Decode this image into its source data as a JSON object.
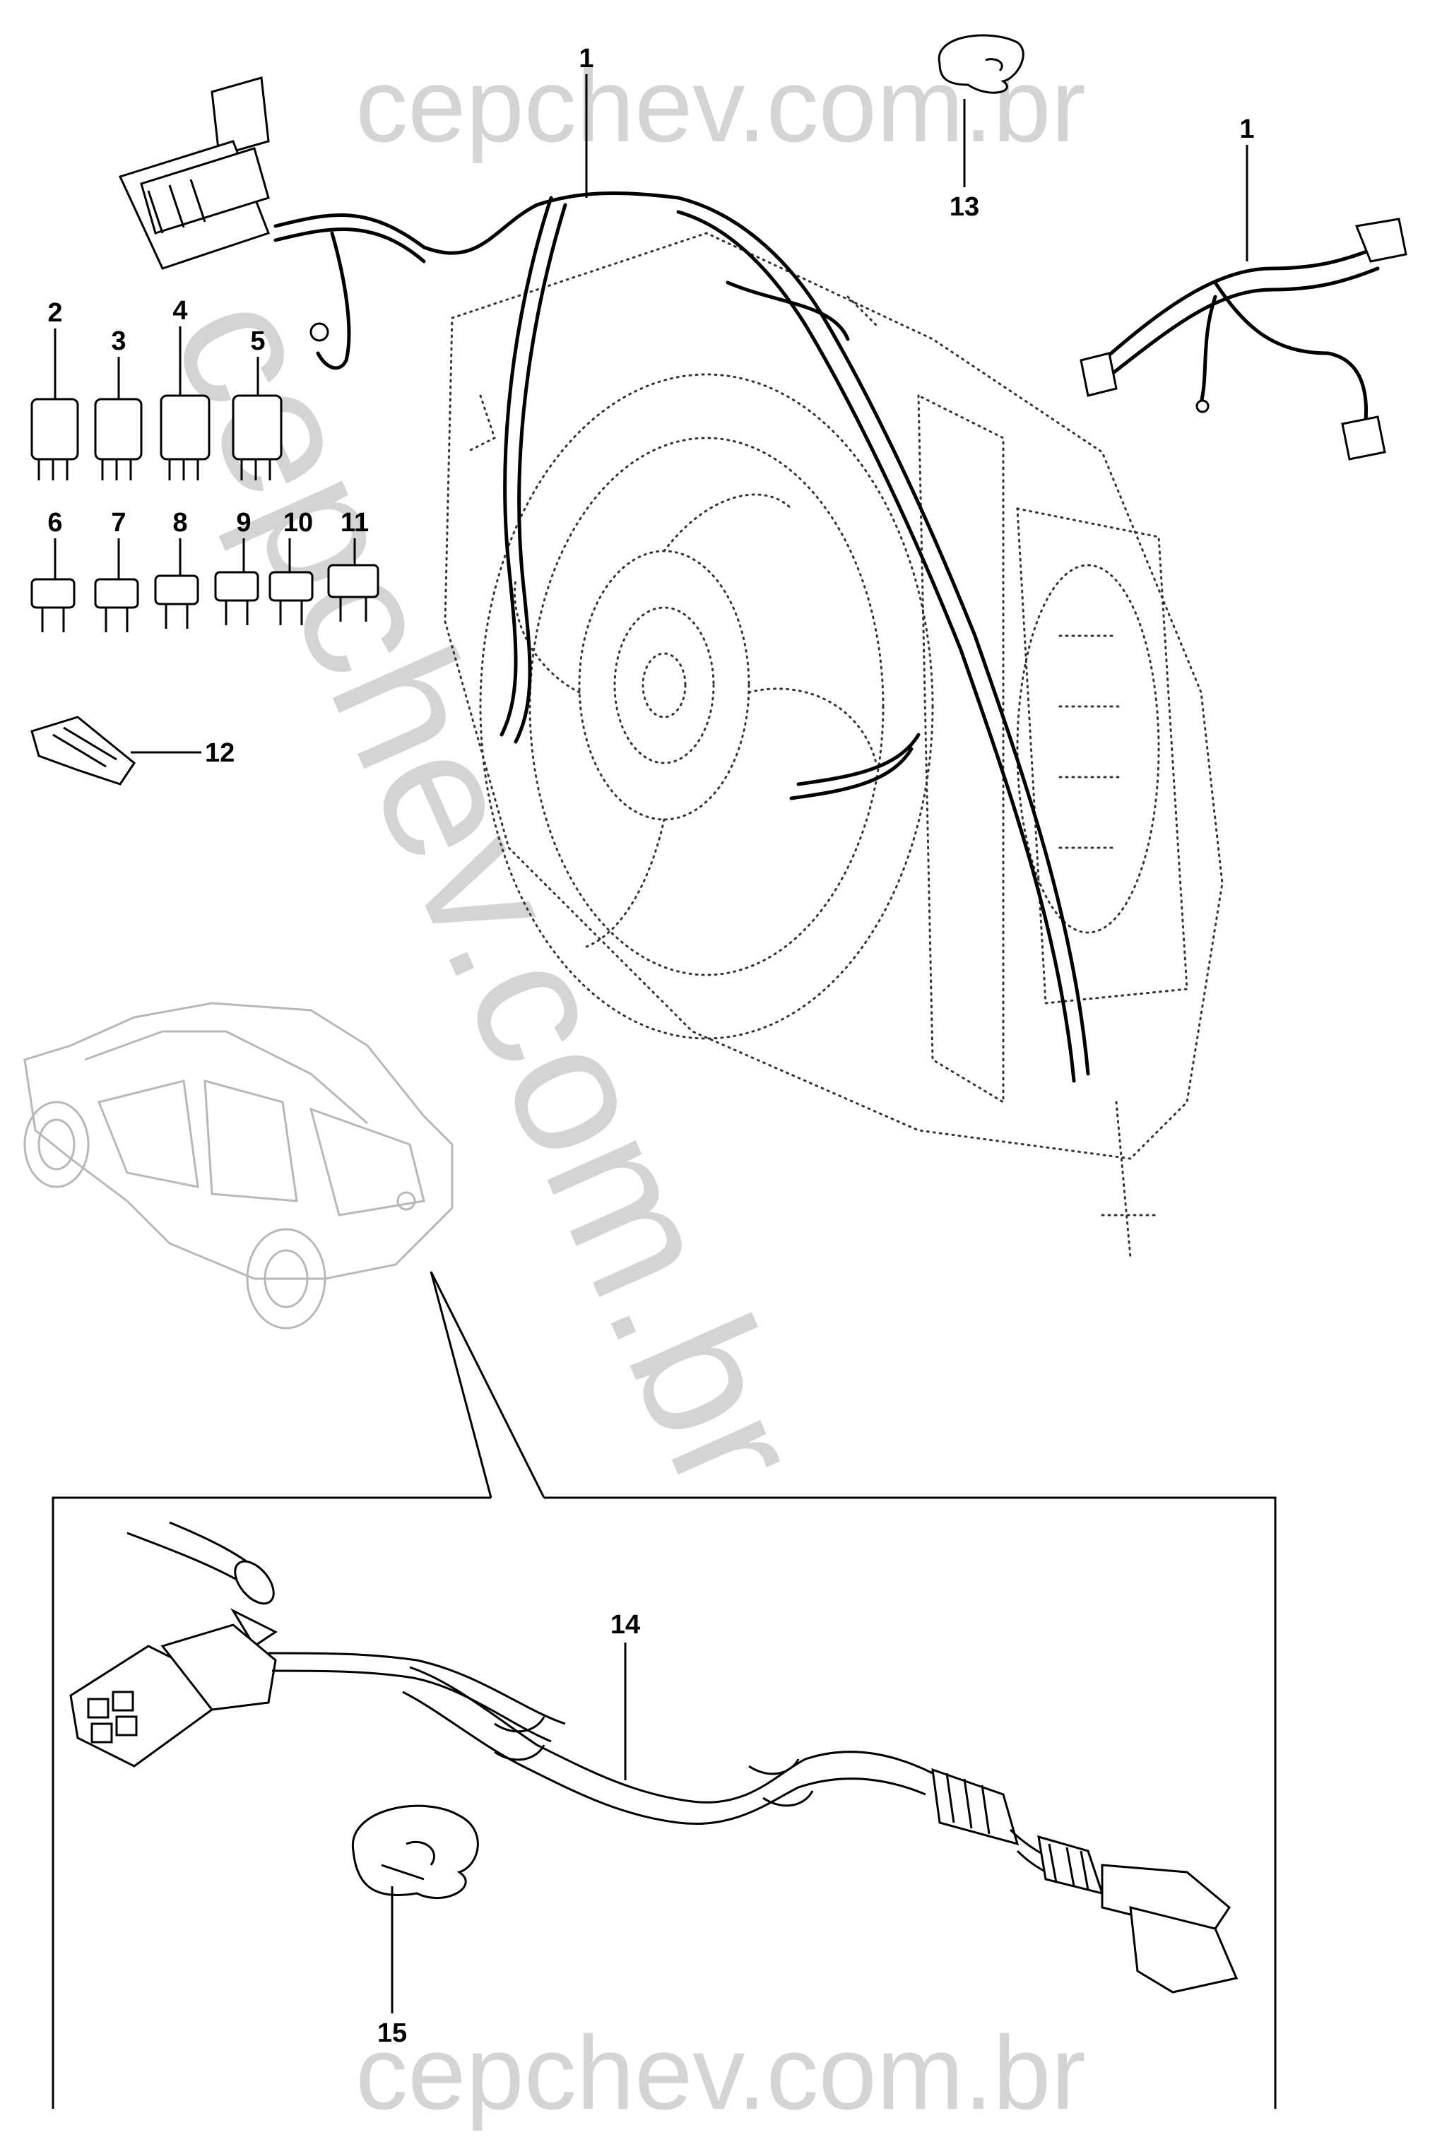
{
  "callouts": {
    "c1_main": "1",
    "c1_right": "1",
    "c2": "2",
    "c3": "3",
    "c4": "4",
    "c5": "5",
    "c6": "6",
    "c7": "7",
    "c8": "8",
    "c9": "9",
    "c10": "10",
    "c11": "11",
    "c12": "12",
    "c13": "13",
    "c14": "14",
    "c15": "15"
  },
  "watermark": {
    "top": "cepchev.com.br",
    "diagonal": "cepchev.com.br",
    "bottom": "cepchev.com.br"
  },
  "icons": {
    "relay": "relay-icon",
    "fuse": "fuse-icon",
    "clip": "clip-icon"
  }
}
